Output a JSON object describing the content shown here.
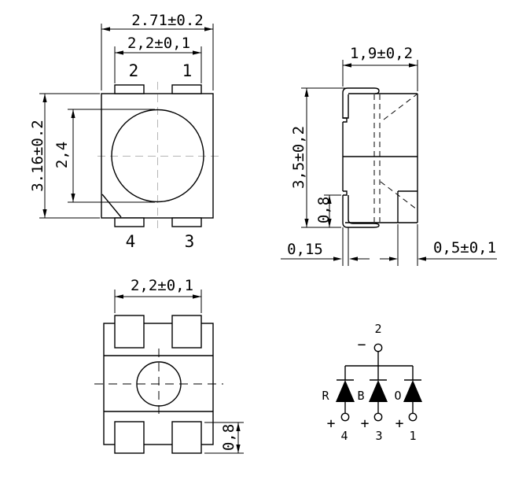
{
  "views": {
    "top": {
      "dims": {
        "outer_width": "2.71±0.2",
        "pad_span": "2,2±0,1",
        "body_height": "3.16±0.2",
        "lens_diameter": "2,4"
      },
      "pins": {
        "top_left": "2",
        "top_right": "1",
        "bottom_left": "4",
        "bottom_right": "3"
      }
    },
    "side": {
      "dims": {
        "width": "1,9±0,2",
        "height": "3,5±0,2",
        "lead_height": "0,8",
        "lead_thickness": "0,15",
        "pad_width": "0,5±0,1"
      }
    },
    "bottom": {
      "dims": {
        "pad_span": "2,2±0,1",
        "pad_height": "0,8"
      }
    },
    "schematic": {
      "common_pin": "2",
      "minus_sign": "−",
      "plus_sign": "+",
      "leds": [
        {
          "label": "R",
          "pin": "4"
        },
        {
          "label": "B",
          "pin": "3"
        },
        {
          "label": "O",
          "pin": "1"
        }
      ]
    }
  },
  "colors": {
    "line": "#000000",
    "centerline_gray": "#b5b5b5",
    "background": "#ffffff"
  }
}
